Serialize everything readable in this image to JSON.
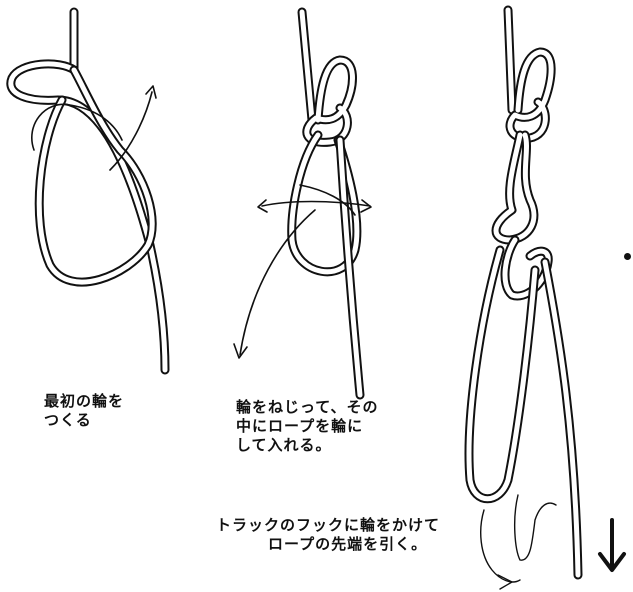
{
  "diagram": {
    "steps": [
      {
        "lines": [
          "最初の輪を",
          "つくる"
        ]
      },
      {
        "lines": [
          "輪をねじって、その",
          "中にロープを輪に",
          "して入れる。"
        ]
      },
      {
        "lines": [
          "トラックのフックに輪をかけて",
          "ロープの先端を引く。"
        ]
      }
    ],
    "pull_arrow_glyph": "↓"
  },
  "colors": {
    "ink": "#111111",
    "rope_fill": "#ffffff",
    "background": "#ffffff"
  }
}
